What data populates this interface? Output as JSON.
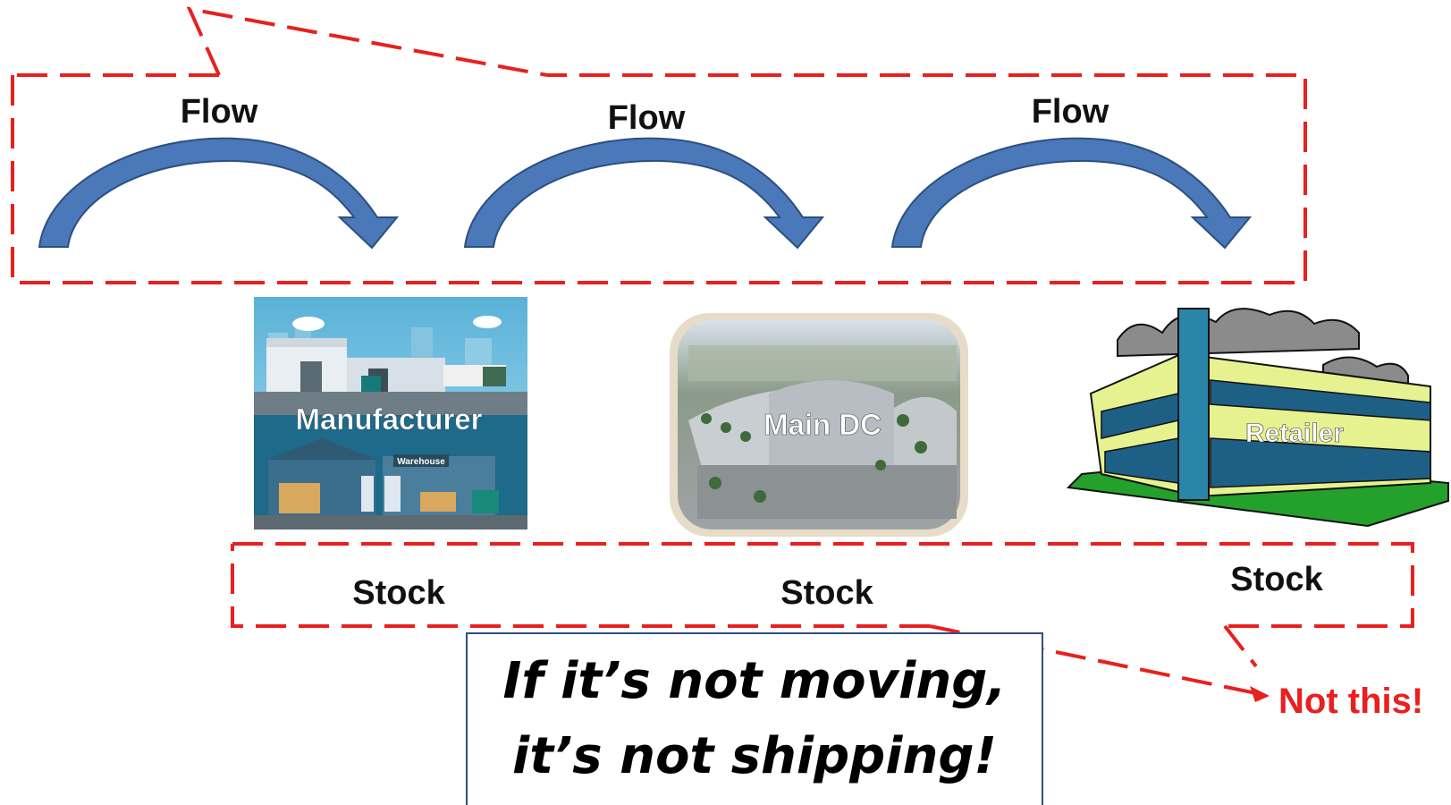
{
  "flows": [
    {
      "label": "Flow"
    },
    {
      "label": "Flow"
    },
    {
      "label": "Flow"
    }
  ],
  "nodes": [
    {
      "label": "Manufacturer",
      "sign": "Warehouse"
    },
    {
      "label": "Main DC"
    },
    {
      "label": "Retailer"
    }
  ],
  "stocks": [
    {
      "label": "Stock"
    },
    {
      "label": "Stock"
    },
    {
      "label": "Stock"
    }
  ],
  "callout": {
    "line1": "If it’s not moving,",
    "line2": "it’s not shipping!"
  },
  "not_this": "Not this!",
  "colors": {
    "dashed_border": "#e8201f",
    "arrow_fill": "#4a78b8",
    "arrow_stroke": "#2c4f82",
    "callout_border": "#2f4f7f"
  }
}
